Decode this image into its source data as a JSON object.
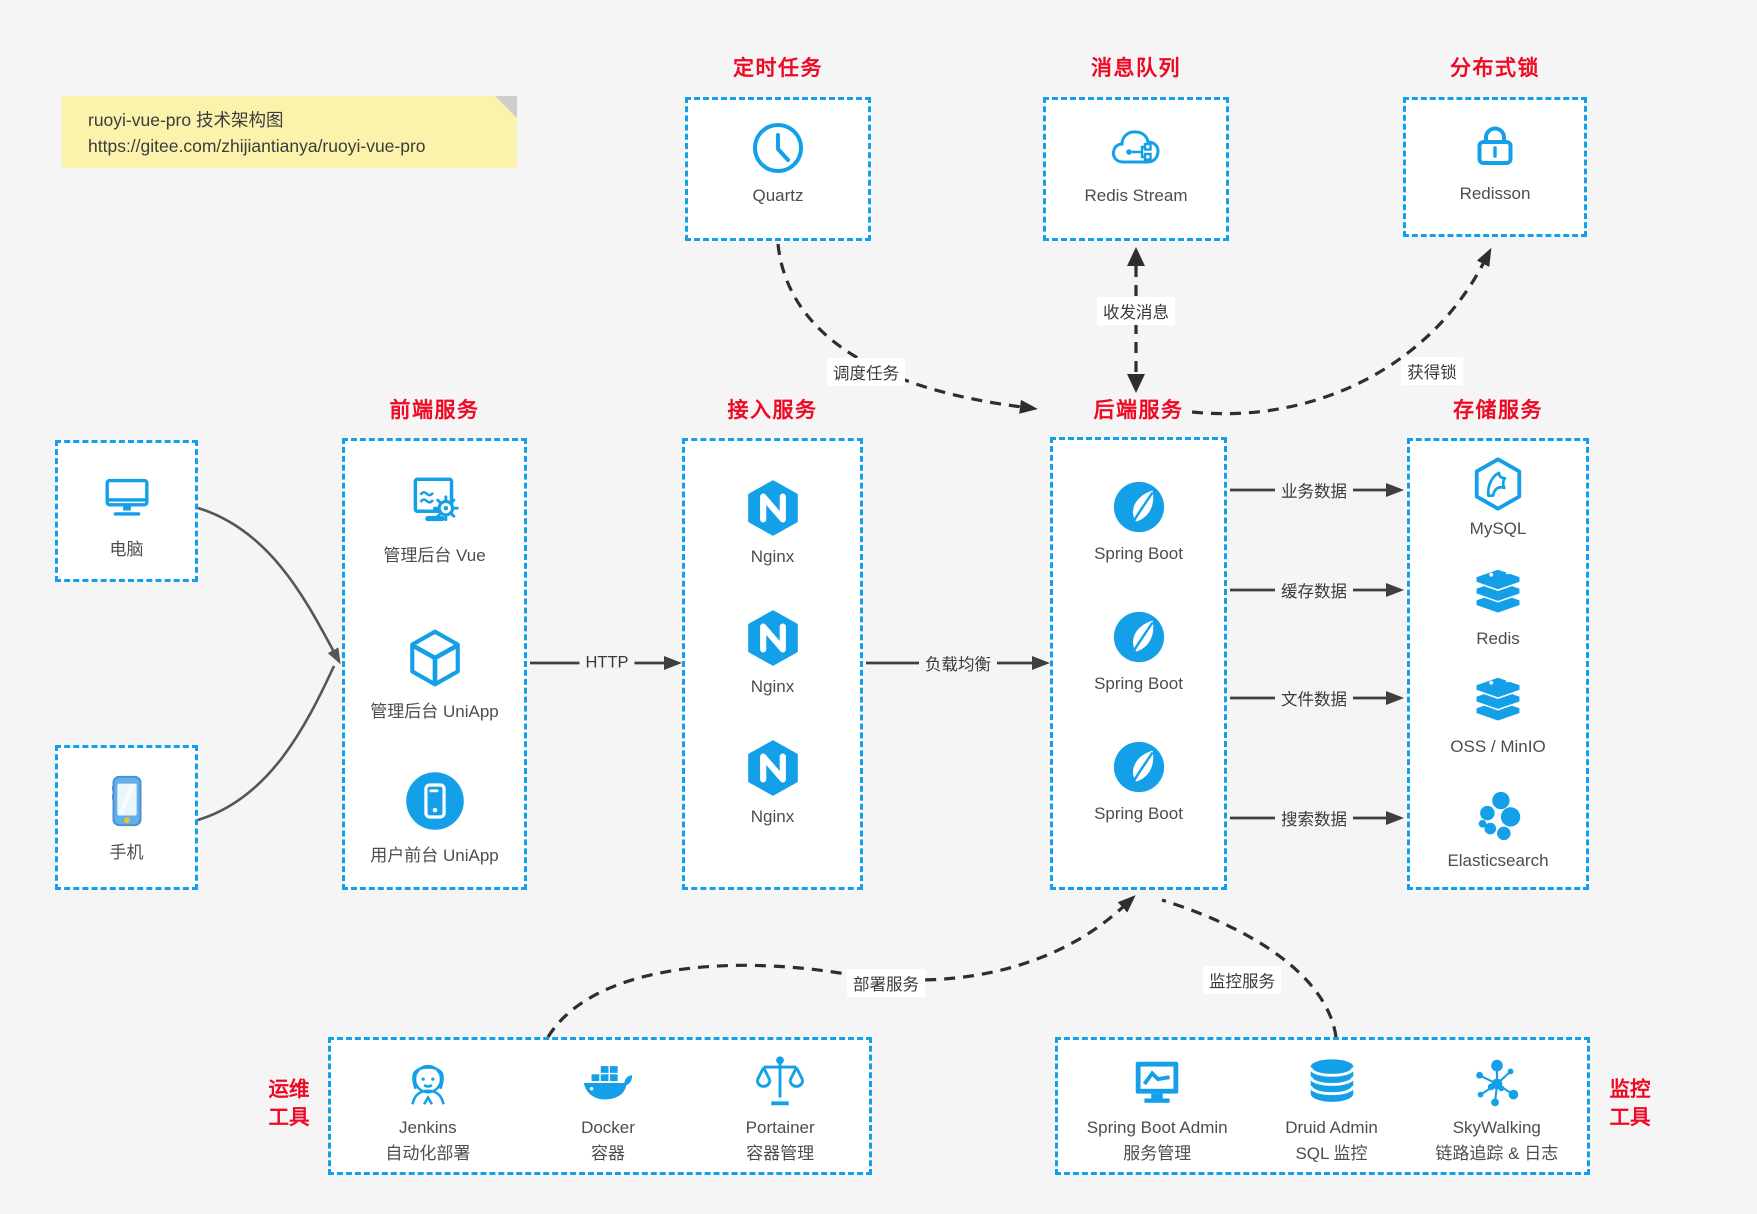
{
  "note": {
    "line1": "ruoyi-vue-pro 技术架构图",
    "line2": "https://gitee.com/zhijiantianya/ruoyi-vue-pro"
  },
  "groups": {
    "scheduler": {
      "title": "定时任务",
      "item": {
        "label": "Quartz",
        "icon": "clock-icon"
      }
    },
    "mq": {
      "title": "消息队列",
      "item": {
        "label": "Redis Stream",
        "icon": "cloud-circuit-icon"
      }
    },
    "lock": {
      "title": "分布式锁",
      "item": {
        "label": "Redisson",
        "icon": "lock-icon"
      }
    },
    "clients": {
      "computer": {
        "label": "电脑",
        "icon": "computer-icon"
      },
      "phone": {
        "label": "手机",
        "icon": "smartphone-icon"
      }
    },
    "frontend": {
      "title": "前端服务",
      "items": [
        {
          "label": "管理后台 Vue",
          "icon": "admin-vue-icon"
        },
        {
          "label": "管理后台 UniApp",
          "icon": "hexagon-cube-icon"
        },
        {
          "label": "用户前台 UniApp",
          "icon": "mobile-app-icon"
        }
      ]
    },
    "gateway": {
      "title": "接入服务",
      "items": [
        {
          "label": "Nginx",
          "icon": "nginx-icon"
        },
        {
          "label": "Nginx",
          "icon": "nginx-icon"
        },
        {
          "label": "Nginx",
          "icon": "nginx-icon"
        }
      ]
    },
    "backend": {
      "title": "后端服务",
      "items": [
        {
          "label": "Spring Boot",
          "icon": "spring-icon"
        },
        {
          "label": "Spring Boot",
          "icon": "spring-icon"
        },
        {
          "label": "Spring Boot",
          "icon": "spring-icon"
        }
      ]
    },
    "storage": {
      "title": "存储服务",
      "items": [
        {
          "label": "MySQL",
          "icon": "mysql-icon"
        },
        {
          "label": "Redis",
          "icon": "redis-stack-icon"
        },
        {
          "label": "OSS / MinIO",
          "icon": "storage-stack-icon"
        },
        {
          "label": "Elasticsearch",
          "icon": "elasticsearch-icon"
        }
      ]
    },
    "ops": {
      "title_line1": "运维",
      "title_line2": "工具",
      "items": [
        {
          "name": "Jenkins",
          "desc": "自动化部署",
          "icon": "jenkins-icon"
        },
        {
          "name": "Docker",
          "desc": "容器",
          "icon": "docker-whale-icon"
        },
        {
          "name": "Portainer",
          "desc": "容器管理",
          "icon": "scales-icon"
        }
      ]
    },
    "monitoring": {
      "title_line1": "监控",
      "title_line2": "工具",
      "items": [
        {
          "name": "Spring Boot Admin",
          "desc": "服务管理",
          "icon": "monitor-chart-icon"
        },
        {
          "name": "Druid Admin",
          "desc": "SQL 监控",
          "icon": "database-icon"
        },
        {
          "name": "SkyWalking",
          "desc": "链路追踪 & 日志",
          "icon": "topology-icon"
        }
      ]
    }
  },
  "edges": {
    "http": "HTTP",
    "load_balance": "负载均衡",
    "business_data": "业务数据",
    "cache_data": "缓存数据",
    "file_data": "文件数据",
    "search_data": "搜索数据",
    "schedule_task": "调度任务",
    "send_receive_message": "收发消息",
    "acquire_lock": "获得锁",
    "deploy_service": "部署服务",
    "monitor_service": "监控服务"
  },
  "colors": {
    "accent_blue": "#14a0e8",
    "title_red": "#ee0a24",
    "arrow_dark": "#3f3f3f",
    "note_bg": "#fbf3ac"
  }
}
